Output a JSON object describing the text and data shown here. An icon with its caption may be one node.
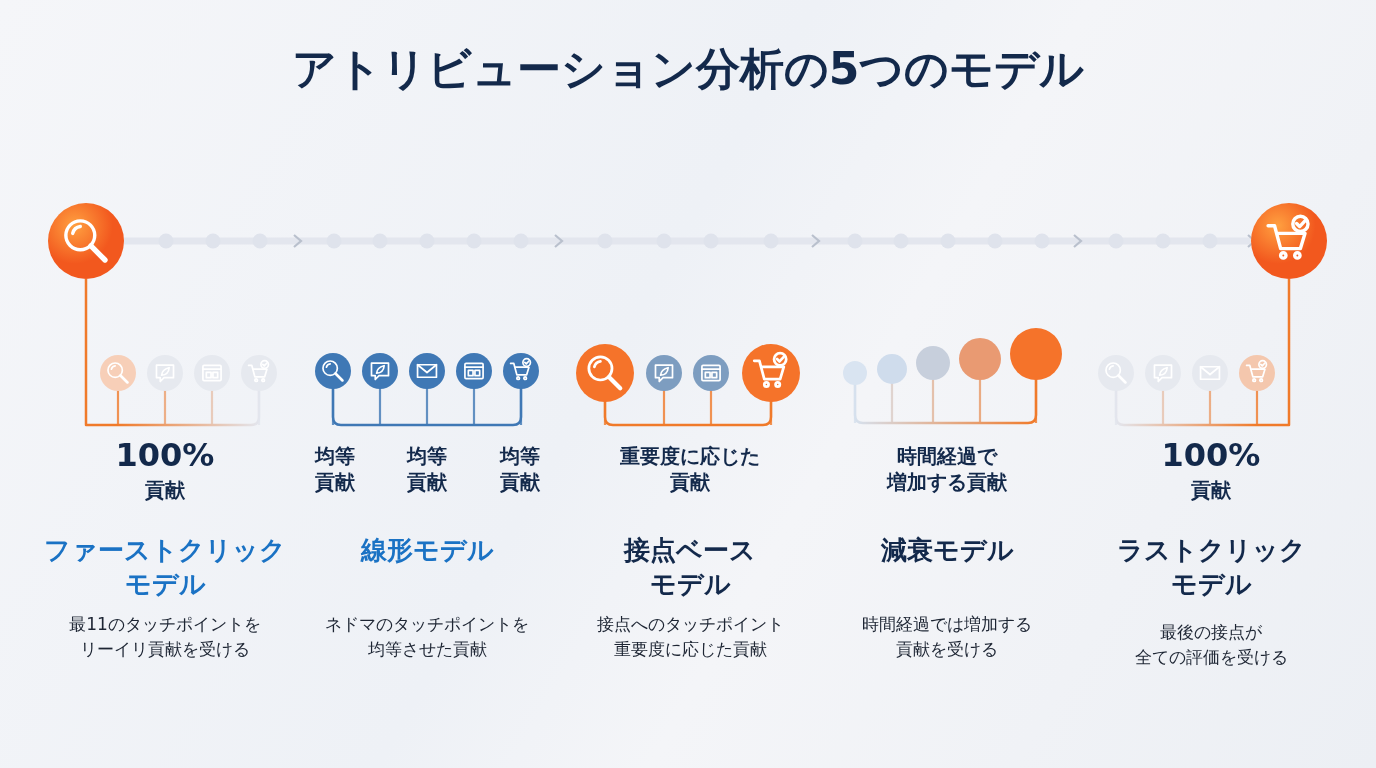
{
  "diagram": {
    "title": "アトリビューション分析の5つのモデル",
    "nodes": [
      {
        "text": [],
        "shape": "circle"
      },
      {
        "text": [],
        "shape": "circle"
      },
      {
        "text": [],
        "shape": "picture",
        "beside": [
          "100%貢献"
        ]
      },
      {
        "text": [],
        "shape": "picture",
        "beside": [
          "均等貢献",
          "均等貢献",
          "均等貢献"
        ]
      },
      {
        "text": [],
        "shape": "picture",
        "beside": [
          "重要度に応じた貢献"
        ]
      },
      {
        "text": [],
        "shape": "picture",
        "beside": [
          "時間経過で増加する貢献"
        ]
      },
      {
        "text": [],
        "shape": "picture",
        "beside": [
          "100%貢献"
        ]
      }
    ],
    "edges": [
      {
        "from": 0,
        "to": 1,
        "arrow": "to",
        "style": "thick",
        "color": "#e3e6ee"
      },
      {
        "from": 0,
        "to": 2,
        "arrow": "none"
      },
      {
        "from": 1,
        "to": 6,
        "arrow": "none"
      }
    ],
    "labels": [
      "ファーストクリックモデル",
      "線形モデル",
      "接点ベースモデル",
      "減衰モデル",
      "ラストクリックモデル",
      "最11のタッチポイントをリーイリ貢献を受ける",
      "ネドマのタッチポイントを均等させた貢献",
      "接点へのタッチポイント重要度に応じた貢献",
      "時間経過では増加する貢献を受ける",
      "最後の接点が全ての評価を受ける"
    ]
  }
}
